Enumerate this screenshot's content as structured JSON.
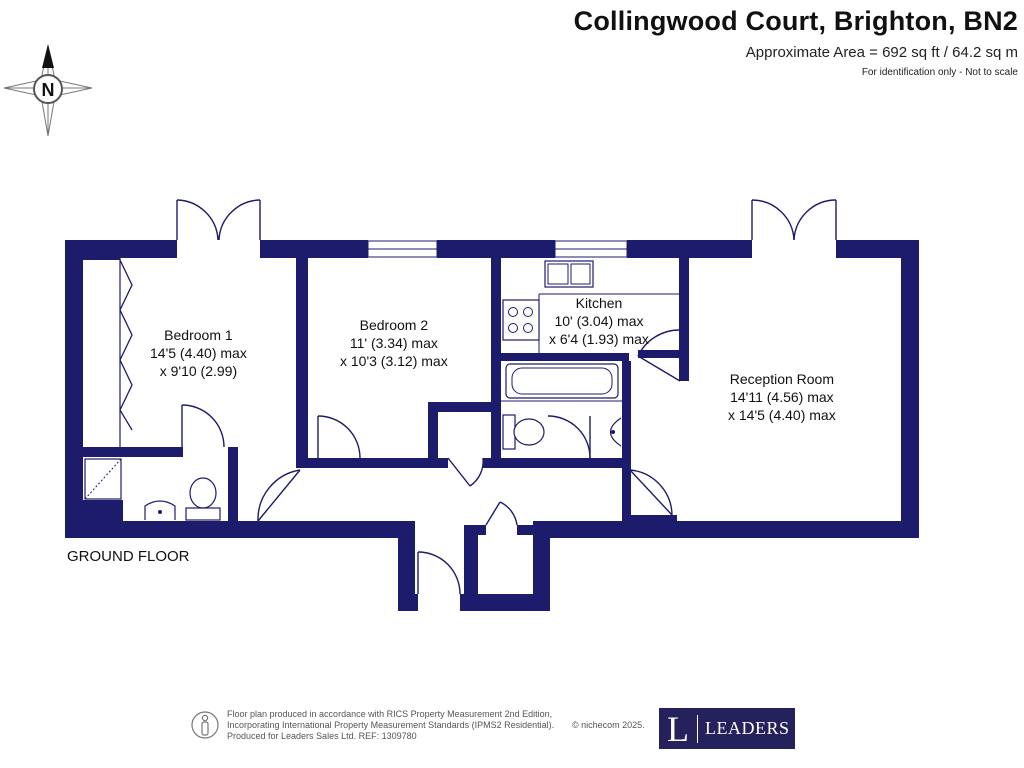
{
  "header": {
    "title": "Collingwood Court, Brighton, BN2",
    "area": "Approximate Area = 692 sq ft / 64.2 sq m",
    "note": "For identification only - Not to scale"
  },
  "compass": {
    "label": "N"
  },
  "floor_label": "GROUND FLOOR",
  "rooms": {
    "bedroom1": {
      "name": "Bedroom 1",
      "dim1": "14'5 (4.40) max",
      "dim2": "x 9'10 (2.99)"
    },
    "bedroom2": {
      "name": "Bedroom 2",
      "dim1": "11' (3.34) max",
      "dim2": "x 10'3 (3.12) max"
    },
    "kitchen": {
      "name": "Kitchen",
      "dim1": "10' (3.04) max",
      "dim2": "x 6'4 (1.93) max"
    },
    "reception": {
      "name": "Reception Room",
      "dim1": "14'11 (4.56) max",
      "dim2": "x 14'5 (4.40) max"
    }
  },
  "footer": {
    "line1": "Floor plan produced in accordance with RICS Property Measurement 2nd Edition,",
    "line2": "Incorporating International Property Measurement Standards (IPMS2 Residential).",
    "line3": "Produced for Leaders Sales Ltd.   REF: 1309780",
    "copyright": "© nichecom 2025."
  },
  "logo": {
    "letter": "L",
    "name": "LEADERS"
  },
  "colors": {
    "wall": "#1d1b6b",
    "logo_bg": "#25215c"
  }
}
